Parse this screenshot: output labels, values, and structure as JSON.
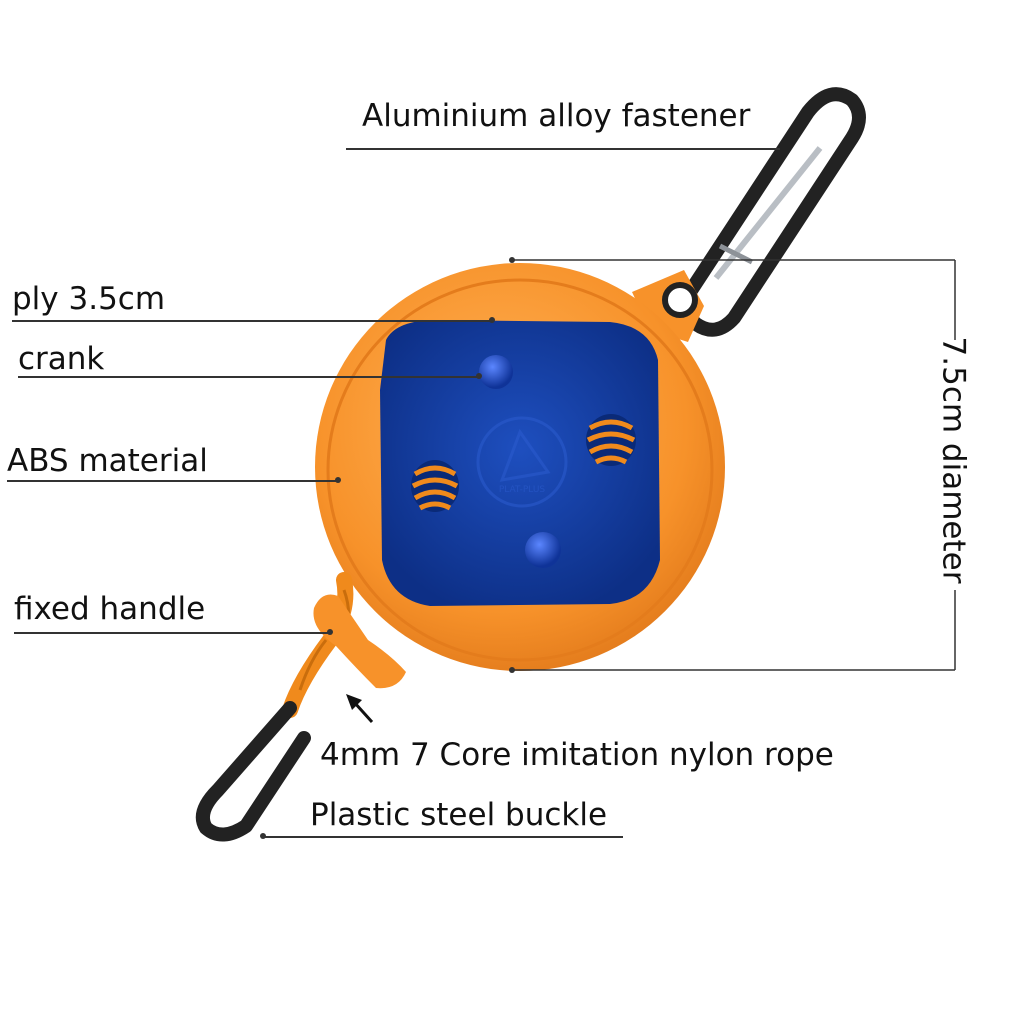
{
  "labels": {
    "fastener": "Aluminium alloy fastener",
    "ply": "ply 3.5cm",
    "crank": "crank",
    "abs": "ABS material",
    "handle": "fixed handle",
    "diameter": "7.5cm diameter",
    "rope": "4mm 7 Core imitation nylon rope",
    "buckle": "Plastic steel buckle"
  },
  "product": {
    "logo_text": "PLAT-PLUS"
  },
  "colors": {
    "shell": "#f7922a",
    "reel": "#123c9e",
    "rope": "#f08a1c",
    "carabiner": "#222222",
    "leader": "#333333"
  }
}
